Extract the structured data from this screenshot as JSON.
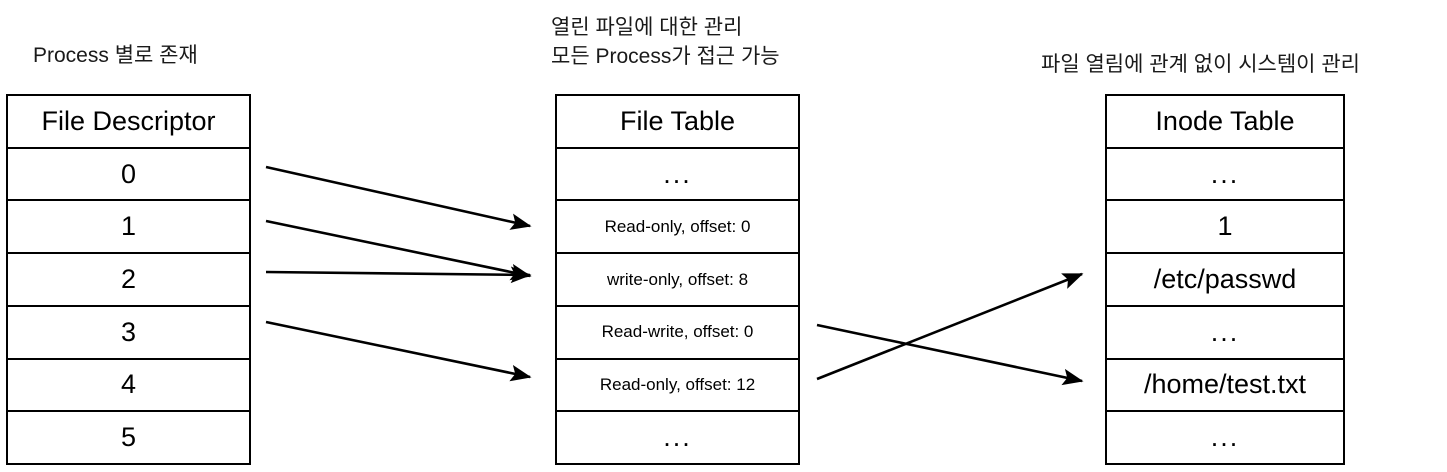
{
  "diagram": {
    "title_hidden": "",
    "captions": {
      "left": "Process 별로 존재",
      "middle_line1": "열린 파일에 대한 관리",
      "middle_line2": "모든 Process가 접근 가능",
      "right": "파일 열림에 관계 없이 시스템이 관리"
    },
    "tables": {
      "fd": {
        "header": "File Descriptor",
        "rows": [
          "0",
          "1",
          "2",
          "3",
          "4",
          "5"
        ]
      },
      "file_table": {
        "header": "File Table",
        "rows": [
          "...",
          "Read-only, offset: 0",
          "write-only, offset: 8",
          "Read-write, offset: 0",
          "Read-only, offset: 12",
          "..."
        ]
      },
      "inode_table": {
        "header": "Inode Table",
        "rows": [
          "...",
          "1",
          "/etc/passwd",
          "...",
          "/home/test.txt",
          "..."
        ]
      }
    },
    "arrows": [
      {
        "name": "fd0-to-file-read-only-0",
        "from": "fd.0",
        "to": "file_table.Read-only, offset: 0"
      },
      {
        "name": "fd1-to-file-write-only-8",
        "from": "fd.1",
        "to": "file_table.write-only, offset: 8"
      },
      {
        "name": "fd2-to-file-write-only-8",
        "from": "fd.2",
        "to": "file_table.write-only, offset: 8"
      },
      {
        "name": "fd3-to-file-read-only-12",
        "from": "fd.3",
        "to": "file_table.Read-only, offset: 12"
      },
      {
        "name": "file-read-write-0-to-home-test",
        "from": "file_table.Read-write, offset: 0",
        "to": "inode_table./home/test.txt"
      },
      {
        "name": "file-read-only-12-to-etc-passwd",
        "from": "file_table.Read-only, offset: 12",
        "to": "inode_table./etc/passwd"
      }
    ],
    "colors": {
      "stroke": "#000000",
      "background": "#ffffff",
      "text": "#000000",
      "caption_text": "#1a1a1a"
    }
  }
}
